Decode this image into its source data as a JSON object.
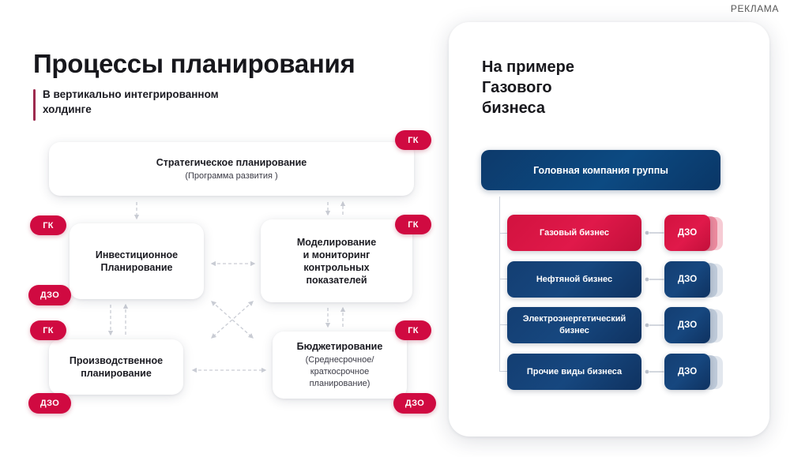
{
  "ad_label": "РЕКЛАМА",
  "left": {
    "title": "Процессы планирования",
    "subtitle": "В вертикально интегрированном\nхолдинге",
    "accent_bar_color": "#9d2a4e",
    "badge_color": "#d00a41",
    "boxes": [
      {
        "id": "strategic",
        "title": "Стратегическое планирование",
        "sub": "(Программа развития )"
      },
      {
        "id": "invest",
        "title": "Инвестиционное\nПланирование",
        "sub": ""
      },
      {
        "id": "model",
        "title": "Моделирование\nи мониторинг\nконтрольных\nпоказателей",
        "sub": ""
      },
      {
        "id": "prod",
        "title": "Производственное\nпланирование",
        "sub": ""
      },
      {
        "id": "budget",
        "title": "Бюджетирование",
        "sub": "(Среднесрочное/\nкраткосрочное\nпланирование)"
      }
    ],
    "badges": {
      "gk": "ГК",
      "dzo": "ДЗО"
    },
    "badge_placements": [
      {
        "for": "strategic",
        "label": "ГК"
      },
      {
        "for": "invest",
        "label": "ГК"
      },
      {
        "for": "invest",
        "label": "ДЗО"
      },
      {
        "for": "model",
        "label": "ГК"
      },
      {
        "for": "prod",
        "label": "ГК"
      },
      {
        "for": "prod",
        "label": "ДЗО"
      },
      {
        "for": "budget",
        "label": "ГК"
      },
      {
        "for": "budget",
        "label": "ДЗО"
      }
    ]
  },
  "right": {
    "title": "На примере\nГазового\nбизнеса",
    "head_box": "Головная компания группы",
    "head_box_color": "#0c4a82",
    "rows": [
      {
        "label": "Газовый бизнес",
        "color": "red",
        "dzo": "ДЗО"
      },
      {
        "label": "Нефтяной бизнес",
        "color": "blue",
        "dzo": "ДЗО"
      },
      {
        "label": "Электроэнергетический\nбизнес",
        "color": "blue",
        "dzo": "ДЗО"
      },
      {
        "label": "Прочие виды бизнеса",
        "color": "blue",
        "dzo": "ДЗО"
      }
    ]
  }
}
